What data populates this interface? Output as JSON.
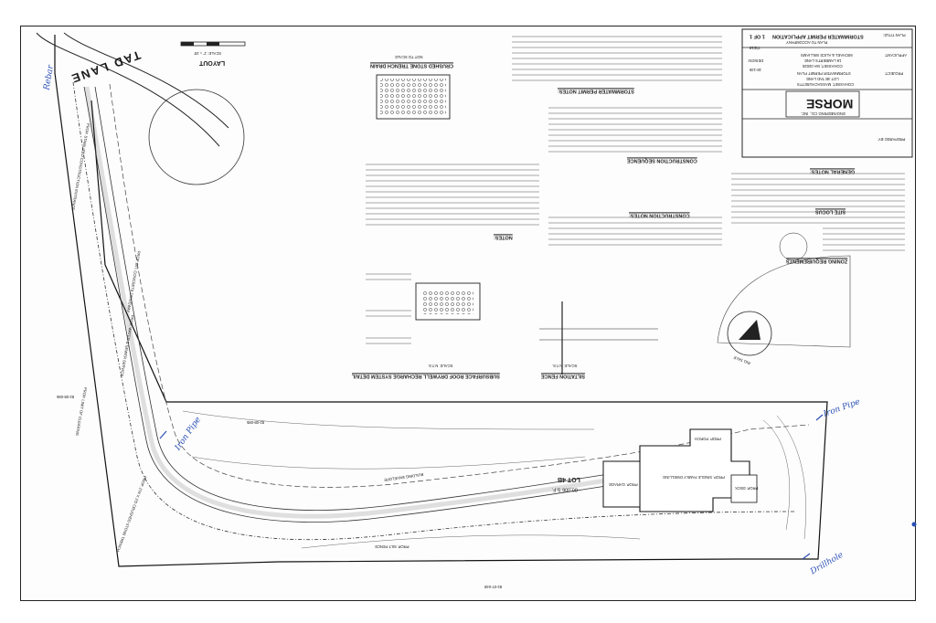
{
  "road": {
    "name": "TAD LANE"
  },
  "layout": {
    "label": "LAYOUT",
    "scale": "SCALE: 1\" = 20'"
  },
  "lot": {
    "label": "LOT 4B",
    "area": "80,006 S.F."
  },
  "title_block": {
    "play_title_label": "PLAN TITLE:",
    "play_title": "STORMWATER PERMIT APPLICATION",
    "company": "PLAN TO ACCOMPANY",
    "sheet": "1 OF 1",
    "date": "7/2/18",
    "project_label": "PROJECT:",
    "project_lines": [
      "STORMWATER PERMIT PLAN",
      "LOT 4B TAD LANE",
      "COHASSET, MASSACHUSETTS"
    ],
    "applicant_label": "APPLICANT:",
    "applicant_lines": [
      "MICHAEL & ALICE WILLIAMS",
      "19 LAMBERTS LANE",
      "COHASSET, MA 02025"
    ],
    "prepared_by_label": "PREPARED BY:",
    "firm": "MORSE",
    "firm_sub": "ENGINEERING CO., INC.",
    "design_label": "DESIGN:",
    "job_no": "18-139"
  },
  "sections": {
    "zoning": "ZONING REQUIREMENTS",
    "general_notes": "GENERAL NOTES:",
    "construction_notes": "CONSTRUCTION NOTES:",
    "construction_sequence": "CONSTRUCTION SEQUENCE",
    "stormwater_notes": "STORMWATER PERMIT NOTES:",
    "notes": "NOTES:",
    "trench_drain": "CRUSHED STONE TRENCH DRAIN",
    "trench_scale": "NOT TO SCALE",
    "drywell": "SUBSURFACE ROOF DRYWELL RECHARGE SYSTEM DETAIL",
    "drywell_scale": "SCALE: N.T.S.",
    "silt_fence": "SILTATION FENCE",
    "silt_scale": "SCALE: N.T.S.",
    "site_locus": "SITE LOCUS",
    "rig_sale": "RIG SALE"
  },
  "plan_labels": {
    "prop_dwelling": "PROP. SINGLE FAMILY DWELLING",
    "prop_garage": "PROP. GARAGE",
    "prop_deck": "PROP. DECK",
    "prop_porch": "PROP. PORCH",
    "crushed_stone_trench": "PROP. 2'W X 2'D CRUSHED STONE TRENCH",
    "silt_fence": "PROP. SILT FENCE",
    "limit_clearing": "PROP. LIMIT OF CLEARING",
    "water_sewer": "PROP. WATER & SEWER SERVICE",
    "concrete_driveway": "PROP. BIT. CONCRETE DRIVEWAY",
    "stabilized_entrance": "PROP. STABILIZED CONSTRUCTION ENTRANCE",
    "building_envelope": "BUILDING ENVELOPE",
    "abutter_1": "82-08-085",
    "abutter_2": "82-07-048",
    "abutter_3": "82-08-086"
  },
  "handwritten": {
    "iron_pipe_1": "Iron Pipe",
    "iron_pipe_2": "Iron Pipe",
    "drillhole": "Drillhole",
    "rebar": "Rebar"
  },
  "colors": {
    "ink": "#1a1a1a",
    "handwriting": "#2a4fb5",
    "paper": "#fdfdfd"
  }
}
